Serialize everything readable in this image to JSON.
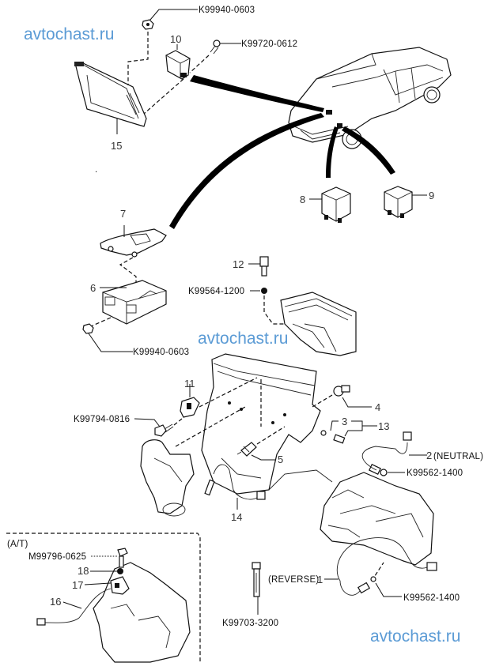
{
  "watermark": {
    "text": "avtochast.ru",
    "color": "#5b9bd5"
  },
  "diagram": {
    "title": "Relay / sensor location diagram",
    "callouts": [
      {
        "id": "1",
        "label": "1",
        "prefix": "(REVERSE)"
      },
      {
        "id": "2",
        "label": "2",
        "suffix": "(NEUTRAL)"
      },
      {
        "id": "3",
        "label": "3"
      },
      {
        "id": "4",
        "label": "4"
      },
      {
        "id": "5",
        "label": "5"
      },
      {
        "id": "6",
        "label": "6"
      },
      {
        "id": "7",
        "label": "7"
      },
      {
        "id": "8",
        "label": "8"
      },
      {
        "id": "9",
        "label": "9"
      },
      {
        "id": "10",
        "label": "10"
      },
      {
        "id": "11",
        "label": "11"
      },
      {
        "id": "12",
        "label": "12"
      },
      {
        "id": "13",
        "label": "13"
      },
      {
        "id": "14",
        "label": "14"
      },
      {
        "id": "15",
        "label": "15"
      },
      {
        "id": "16",
        "label": "16"
      },
      {
        "id": "17",
        "label": "17"
      },
      {
        "id": "18",
        "label": "18"
      }
    ],
    "part_numbers": {
      "nut_top": "K99940-0603",
      "bolt_relay10": "K99720-0612",
      "washer_12": "K99564-1200",
      "nut_bracket6": "K99940-0603",
      "bolt_11": "K99794-0816",
      "washer_neutral": "K99562-1400",
      "washer_reverse": "K99562-1400",
      "bolt_reverse": "K99703-3200",
      "bolt_at": "M99796-0625"
    },
    "section_label": "(A/T)",
    "reverse_label": "(REVERSE)",
    "neutral_label": "(NEUTRAL)"
  }
}
